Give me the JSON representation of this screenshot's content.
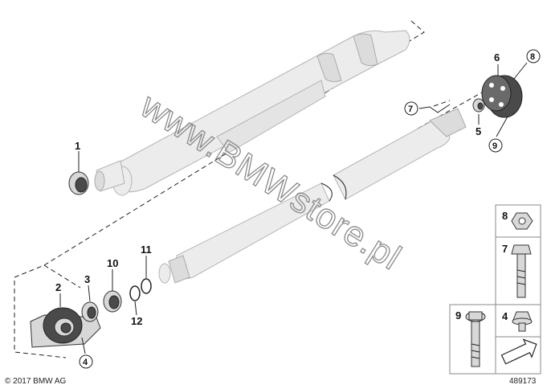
{
  "callouts": {
    "c1": "1",
    "c2": "2",
    "c3": "3",
    "c4": "4",
    "c5": "5",
    "c6": "6",
    "c7": "7",
    "c8": "8",
    "c9": "9",
    "c10": "10",
    "c11": "11",
    "c12": "12"
  },
  "legend": {
    "p8": "8",
    "p7": "7",
    "p9": "9",
    "p4": "4"
  },
  "watermark": "www.BMWstore.pl",
  "copyright": "© 2017 BMW AG",
  "diagram_id": "489173",
  "colors": {
    "line": "#222222",
    "shaft_fill": "#ececec",
    "part_dark": "#4a4a4a",
    "watermark": "#8a8a8a"
  }
}
